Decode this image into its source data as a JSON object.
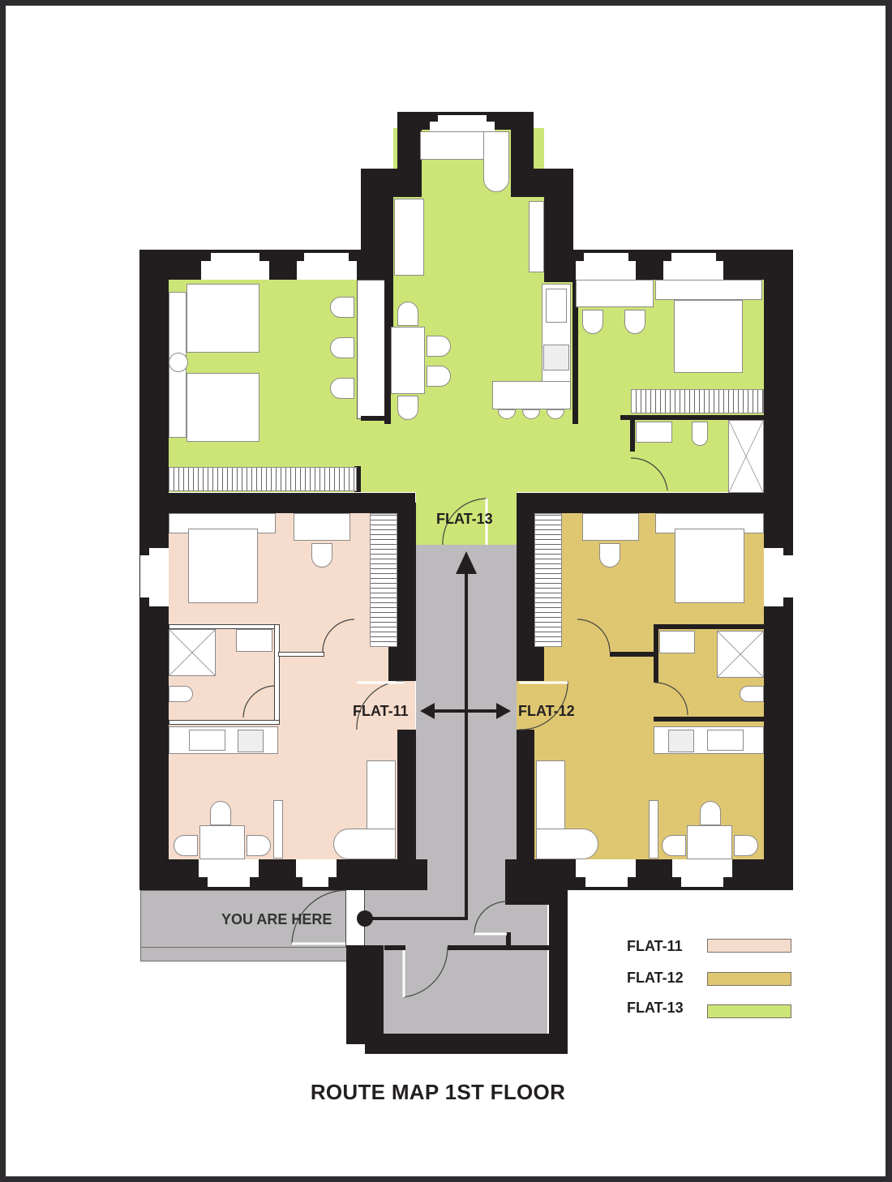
{
  "title": "ROUTE MAP 1ST FLOOR",
  "marker": {
    "label": "YOU ARE HERE"
  },
  "flats": [
    {
      "id": "flat-11",
      "label": "FLAT-11",
      "color": "#f5dccc"
    },
    {
      "id": "flat-12",
      "label": "FLAT-12",
      "color": "#dfc771"
    },
    {
      "id": "flat-13",
      "label": "FLAT-13",
      "color": "#cce576"
    }
  ],
  "corridor": {
    "color": "#bcbabc"
  },
  "walls": {
    "color": "#221e20"
  },
  "legend": {
    "items": [
      {
        "label": "FLAT-11",
        "color": "#f5dccc"
      },
      {
        "label": "FLAT-12",
        "color": "#dfc771"
      },
      {
        "label": "FLAT-13",
        "color": "#cce576"
      }
    ]
  },
  "icons": [
    "location-marker-icon",
    "route-arrow-up-icon",
    "route-arrow-left-right-icon"
  ]
}
